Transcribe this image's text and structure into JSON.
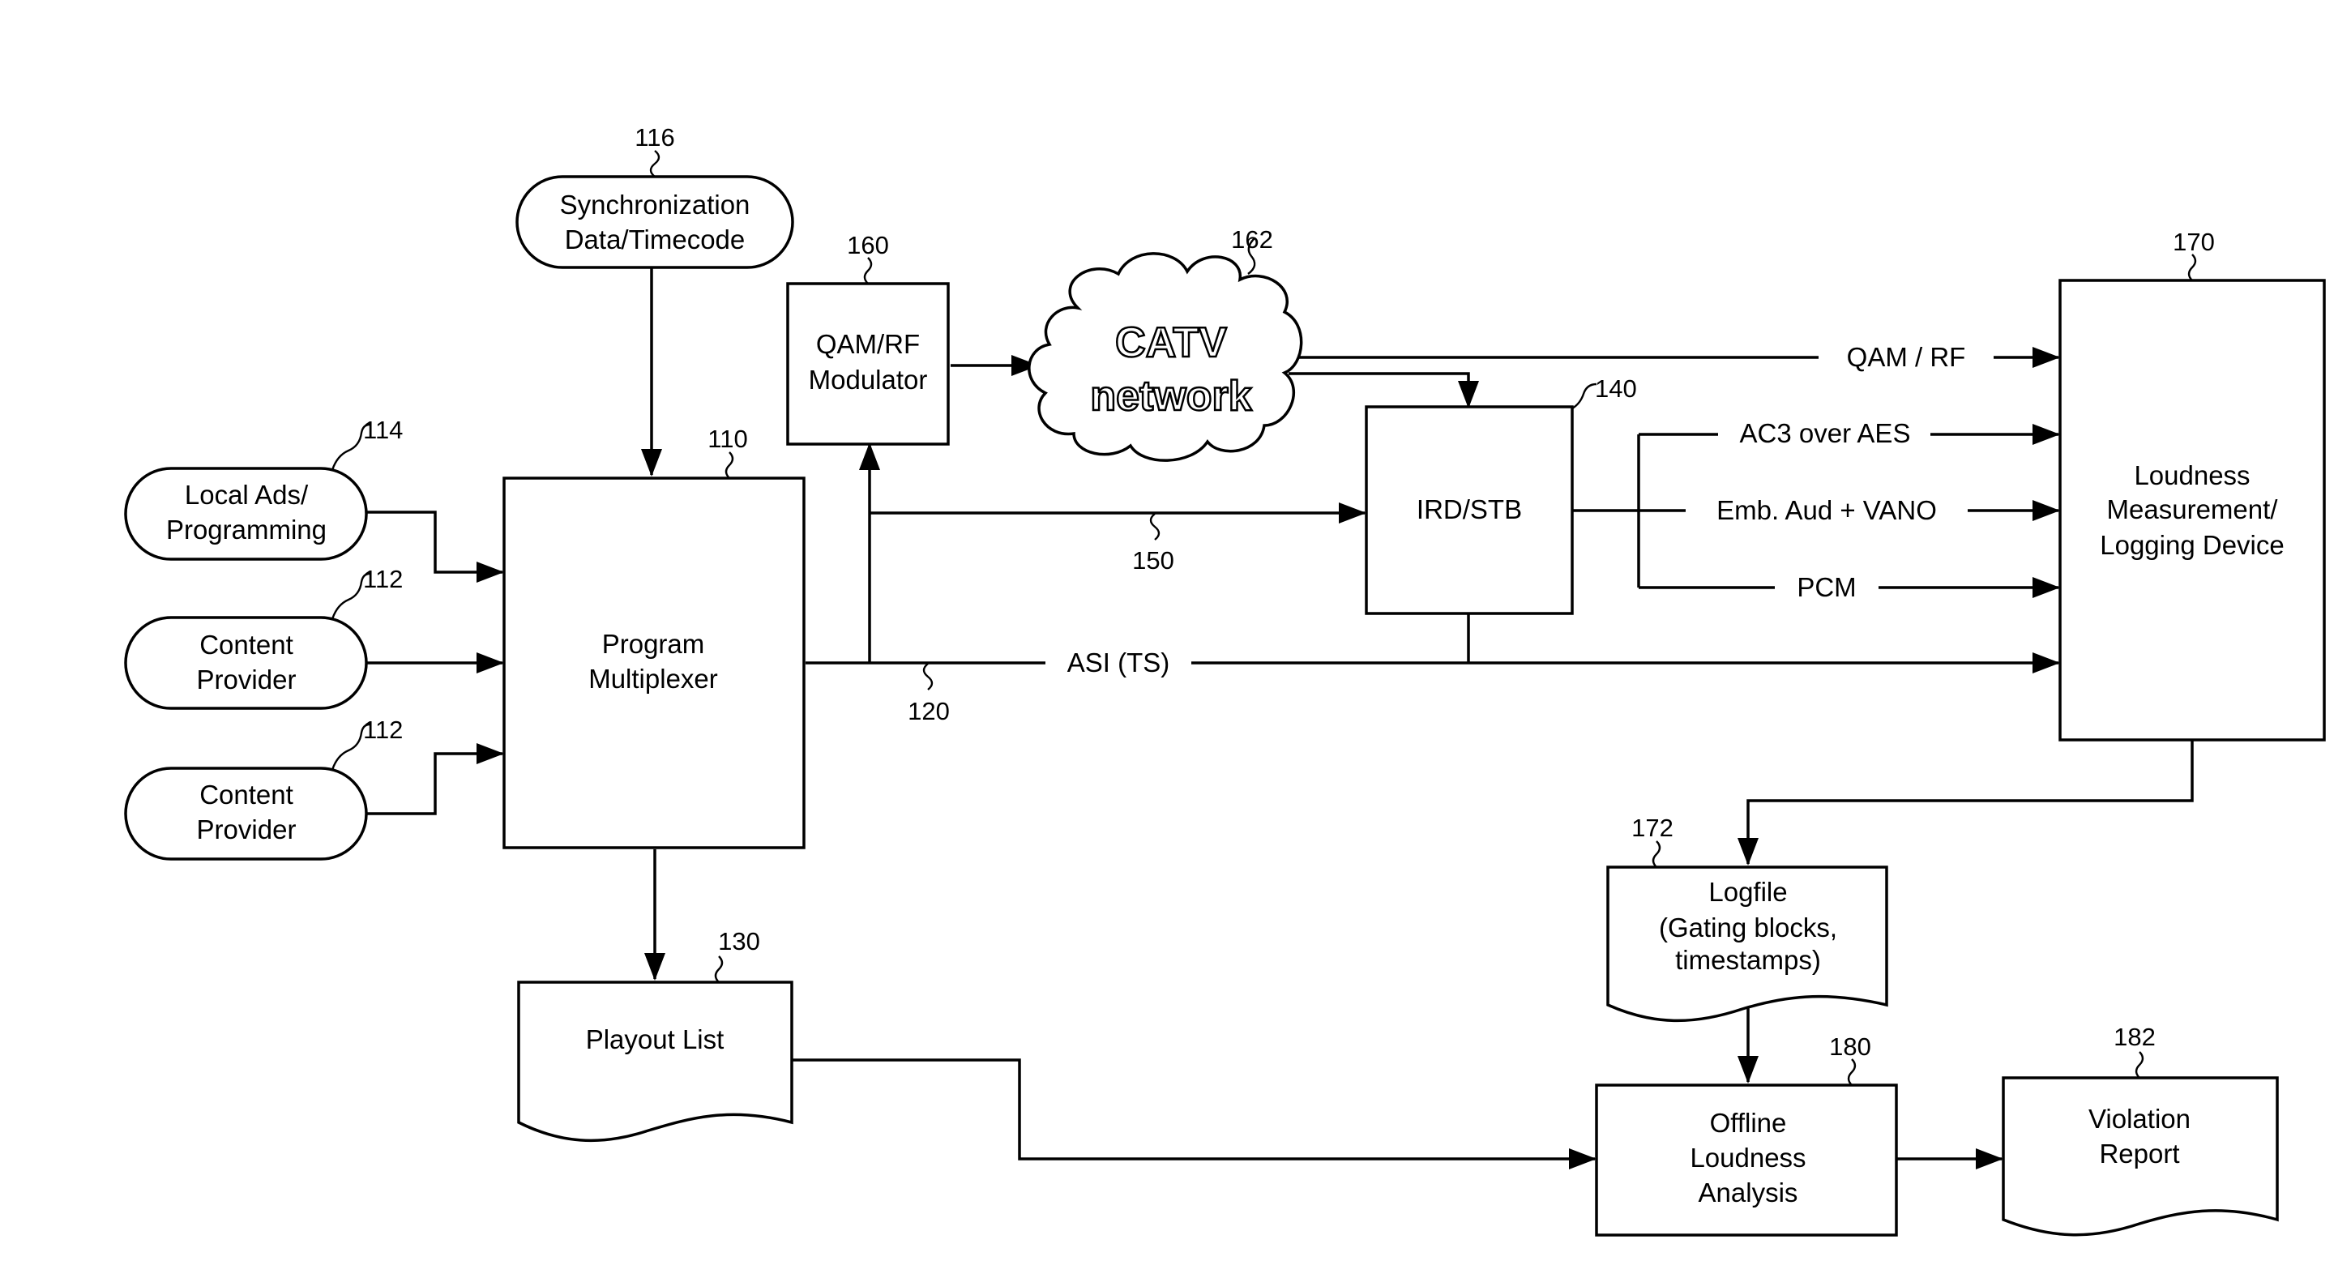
{
  "nodes": {
    "sync": {
      "ref": "116",
      "lines": [
        "Synchronization",
        "Data/Timecode"
      ]
    },
    "local_ads": {
      "ref": "114",
      "lines": [
        "Local Ads/",
        "Programming"
      ]
    },
    "content1": {
      "ref": "112",
      "lines": [
        "Content",
        "Provider"
      ]
    },
    "content2": {
      "ref": "112",
      "lines": [
        "Content",
        "Provider"
      ]
    },
    "mux": {
      "ref": "110",
      "lines": [
        "Program",
        "Multiplexer"
      ]
    },
    "qam": {
      "ref": "160",
      "lines": [
        "QAM/RF",
        "Modulator"
      ]
    },
    "catv": {
      "ref": "162",
      "lines": [
        "CATV",
        "network"
      ]
    },
    "ird": {
      "ref": "140",
      "lines": [
        "IRD/STB"
      ]
    },
    "loudness": {
      "ref": "170",
      "lines": [
        "Loudness",
        "Measurement/",
        "Logging Device"
      ]
    },
    "playout": {
      "ref": "130",
      "lines": [
        "Playout List"
      ]
    },
    "logfile": {
      "ref": "172",
      "lines": [
        "Logfile",
        "(Gating blocks,",
        "timestamps)"
      ]
    },
    "offline": {
      "ref": "180",
      "lines": [
        "Offline",
        "Loudness",
        "Analysis"
      ]
    },
    "violation": {
      "ref": "182",
      "lines": [
        "Violation",
        "Report"
      ]
    }
  },
  "links": {
    "qam_rf": "QAM / RF",
    "ac3": "AC3 over AES",
    "emb": "Emb. Aud + VANO",
    "pcm": "PCM",
    "asi": "ASI (TS)",
    "ref150": "150",
    "ref120": "120"
  }
}
